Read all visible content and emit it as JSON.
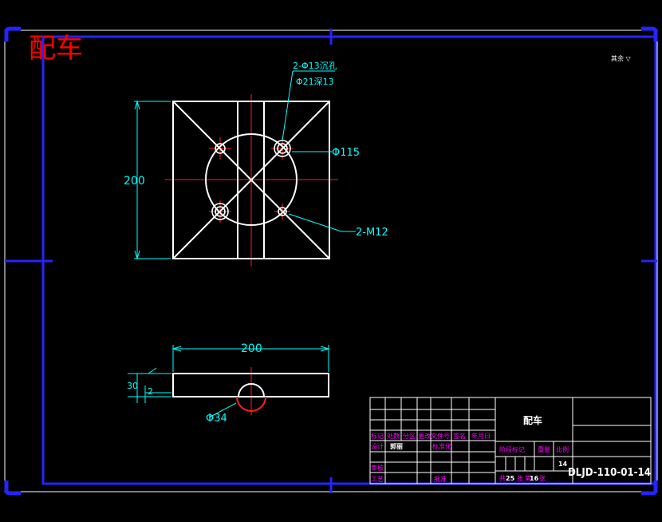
{
  "title_mark": "配车",
  "scale_note": "其余 ▽",
  "top_view": {
    "dim_height": "200",
    "hole_note_line1": "2-Φ13沉孔",
    "hole_note_line2": "Φ21深13",
    "bolt_circle_label": "Φ115",
    "thread_label": "2-M12"
  },
  "side_view": {
    "dim_width": "200",
    "dim_thickness": "30",
    "dim_step": "2",
    "bore_label": "Φ34"
  },
  "title_block": {
    "part_name": "配车",
    "drawing_number": "DLJD-110-01-14",
    "material": "14",
    "labels": {
      "mark": "标记",
      "count": "处数",
      "zone": "分区",
      "change_doc": "更改文件号",
      "signature": "签名",
      "date": "年月日",
      "design": "设计",
      "designer": "郭丽",
      "standardize": "标准化",
      "stage_mark": "阶段标记",
      "weight": "重量",
      "scale": "比例",
      "review": "审核",
      "process": "工艺",
      "approve": "批准",
      "total": "共",
      "sheets_of": "张",
      "page": "第",
      "page_suffix": "张",
      "total_sheets": "25",
      "sheet_no": "16"
    }
  },
  "colors": {
    "frame": "#ffffff",
    "inner_border": "#2424ff",
    "dimension": "#00ffff",
    "centerline": "#ff2020",
    "label": "#ff00ff",
    "title_red": "#ff0000"
  }
}
